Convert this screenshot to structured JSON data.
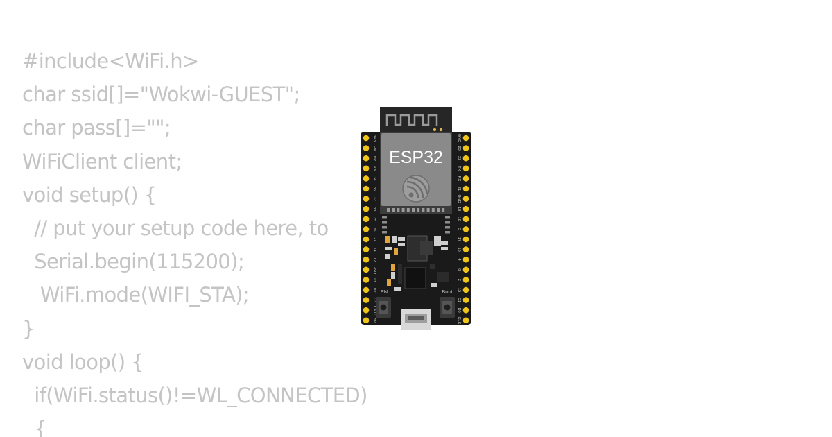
{
  "code": {
    "lines": [
      "#include<WiFi.h>",
      "char ssid[]=\"Wokwi-GUEST\";",
      "char pass[]=\"\";",
      "WiFiClient client;",
      "void setup() {",
      "  // put your setup code here, to",
      "  Serial.begin(115200);",
      "   WiFi.mode(WIFI_STA);",
      "}",
      "void loop() {",
      "  if(WiFi.status()!=WL_CONNECTED)",
      "  {"
    ]
  },
  "board": {
    "chip_label": "ESP32",
    "button_en": "EN",
    "button_boot": "Boot",
    "left_pins": [
      "3V3",
      "EN",
      "VP",
      "VN",
      "34",
      "35",
      "32",
      "33",
      "25",
      "26",
      "27",
      "14",
      "12",
      "GND",
      "13",
      "D2",
      "D3",
      "CMD",
      "5V"
    ],
    "right_pins": [
      "GND",
      "23",
      "22",
      "TX",
      "RX",
      "21",
      "GND",
      "19",
      "18",
      "5",
      "17",
      "16",
      "4",
      "0",
      "2",
      "15",
      "D1",
      "D0",
      "CLK"
    ],
    "colors": {
      "pcb": "#1a1a1a",
      "pin": "#f0c419",
      "module": "#7d7d7d",
      "shield": "#a6a6a6",
      "code_text": "#c4c4c4"
    }
  }
}
